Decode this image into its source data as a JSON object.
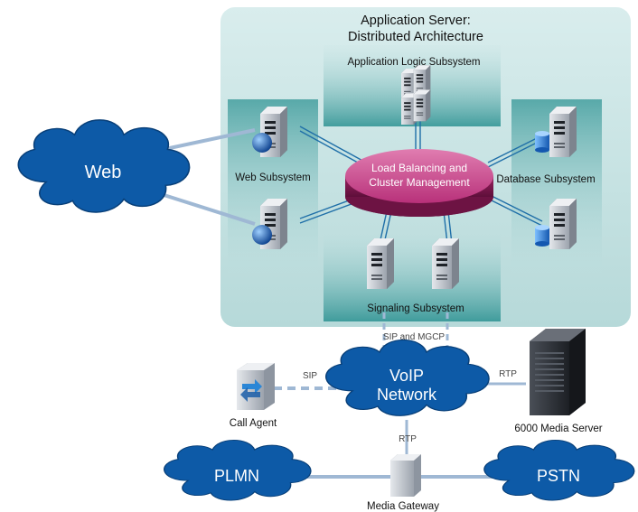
{
  "title": {
    "line1": "Application Server:",
    "line2": "Distributed Architecture"
  },
  "subsystems": {
    "application_logic": "Application Logic Subsystem",
    "web": "Web Subsystem",
    "database": "Database Subsystem",
    "signaling": "Signaling Subsystem"
  },
  "hub": {
    "line1": "Load Balancing and",
    "line2": "Cluster Management"
  },
  "clouds": {
    "web": "Web",
    "voip_line1": "VoIP",
    "voip_line2": "Network",
    "plmn": "PLMN",
    "pstn": "PSTN"
  },
  "links": {
    "sip_mgcp": "SIP and MGCP",
    "sip": "SIP",
    "rtp_media_server": "RTP",
    "rtp_gateway": "RTP"
  },
  "devices": {
    "call_agent": "Call Agent",
    "media_server": "6000 Media Server",
    "media_gateway": "Media Gateway"
  },
  "colors": {
    "panel": "#bfe0e0",
    "panel_shade": "#2a9191",
    "cloud": "#0d5aa7",
    "hub_top": "#c7347e",
    "hub_side": "#a01f5f",
    "link": "#9fb8d4",
    "server_body": "#c9cdd3"
  }
}
